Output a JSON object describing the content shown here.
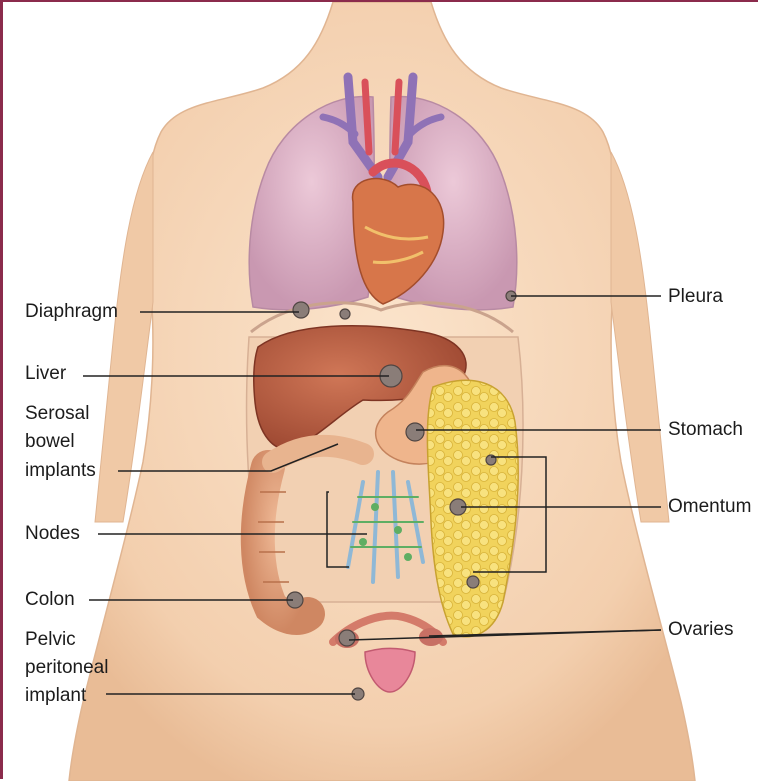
{
  "labels": {
    "diaphragm": "Diaphragm",
    "liver": "Liver",
    "serosal": [
      "Serosal",
      "bowel",
      "implants"
    ],
    "nodes": "Nodes",
    "colon": "Colon",
    "pelvic": [
      "Pelvic",
      "peritoneal",
      "implant"
    ],
    "pleura": "Pleura",
    "stomach": "Stomach",
    "omentum": "Omentum",
    "ovaries": "Ovaries"
  },
  "colors": {
    "frame": "#8b2b4c",
    "skin": "#f7d8bb",
    "lung": "#dcb3c6",
    "liver": "#b85a3e",
    "omentum": "#f3d763",
    "colon": "#e3a27e",
    "vessel": "#8f72b6",
    "lymph": "#5fae63",
    "uterus": "#e8879a",
    "tumor": "#8a7d78",
    "leader": "#222222"
  }
}
